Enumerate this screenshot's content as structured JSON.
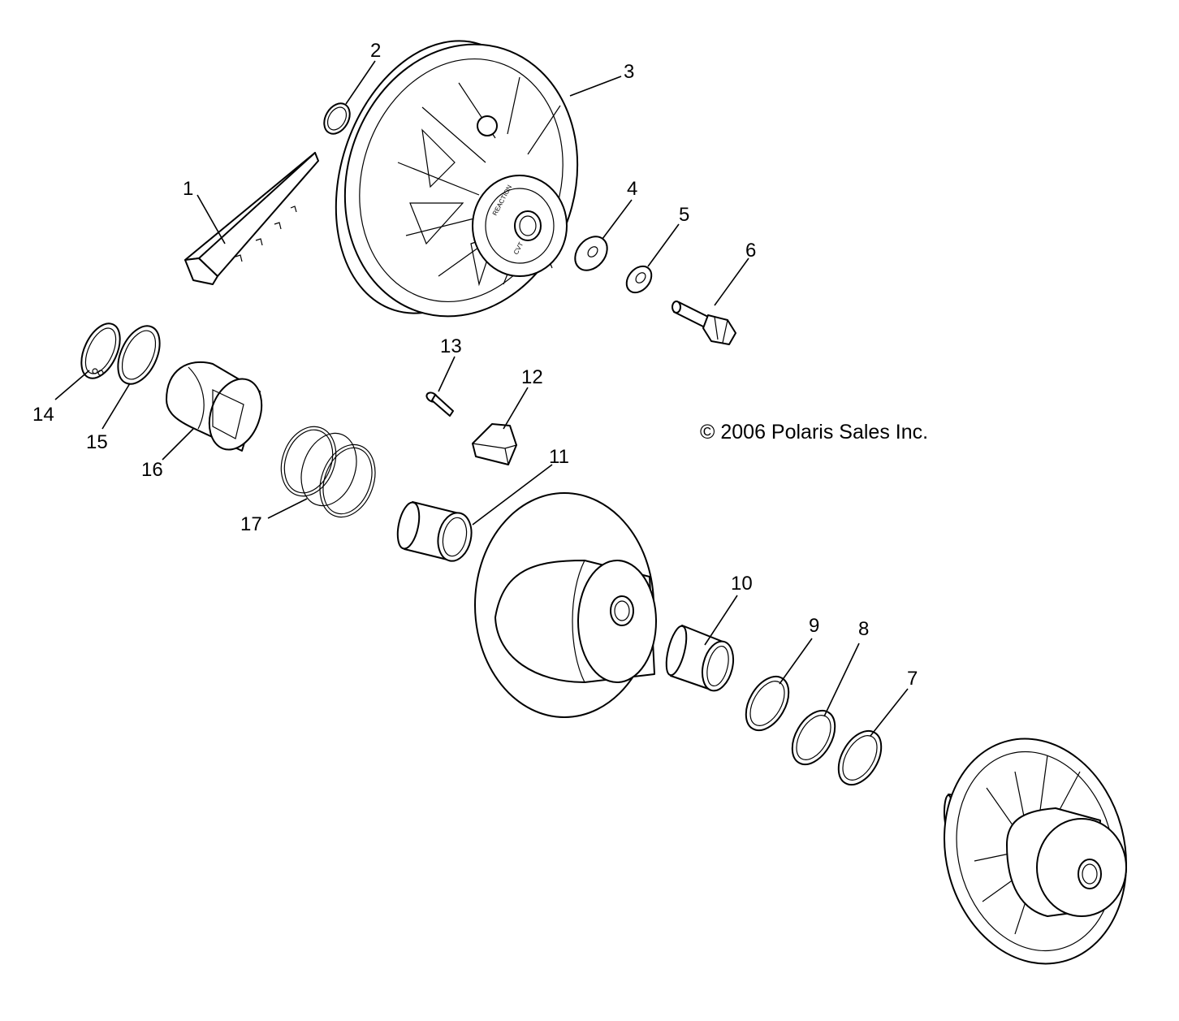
{
  "copyright": "© 2006 Polaris Sales Inc.",
  "callouts": [
    "1",
    "2",
    "3",
    "4",
    "5",
    "6",
    "7",
    "8",
    "9",
    "10",
    "11",
    "12",
    "13",
    "14",
    "15",
    "16",
    "17"
  ],
  "hub_text": {
    "brand": "REACTION",
    "sub": "CVT"
  }
}
